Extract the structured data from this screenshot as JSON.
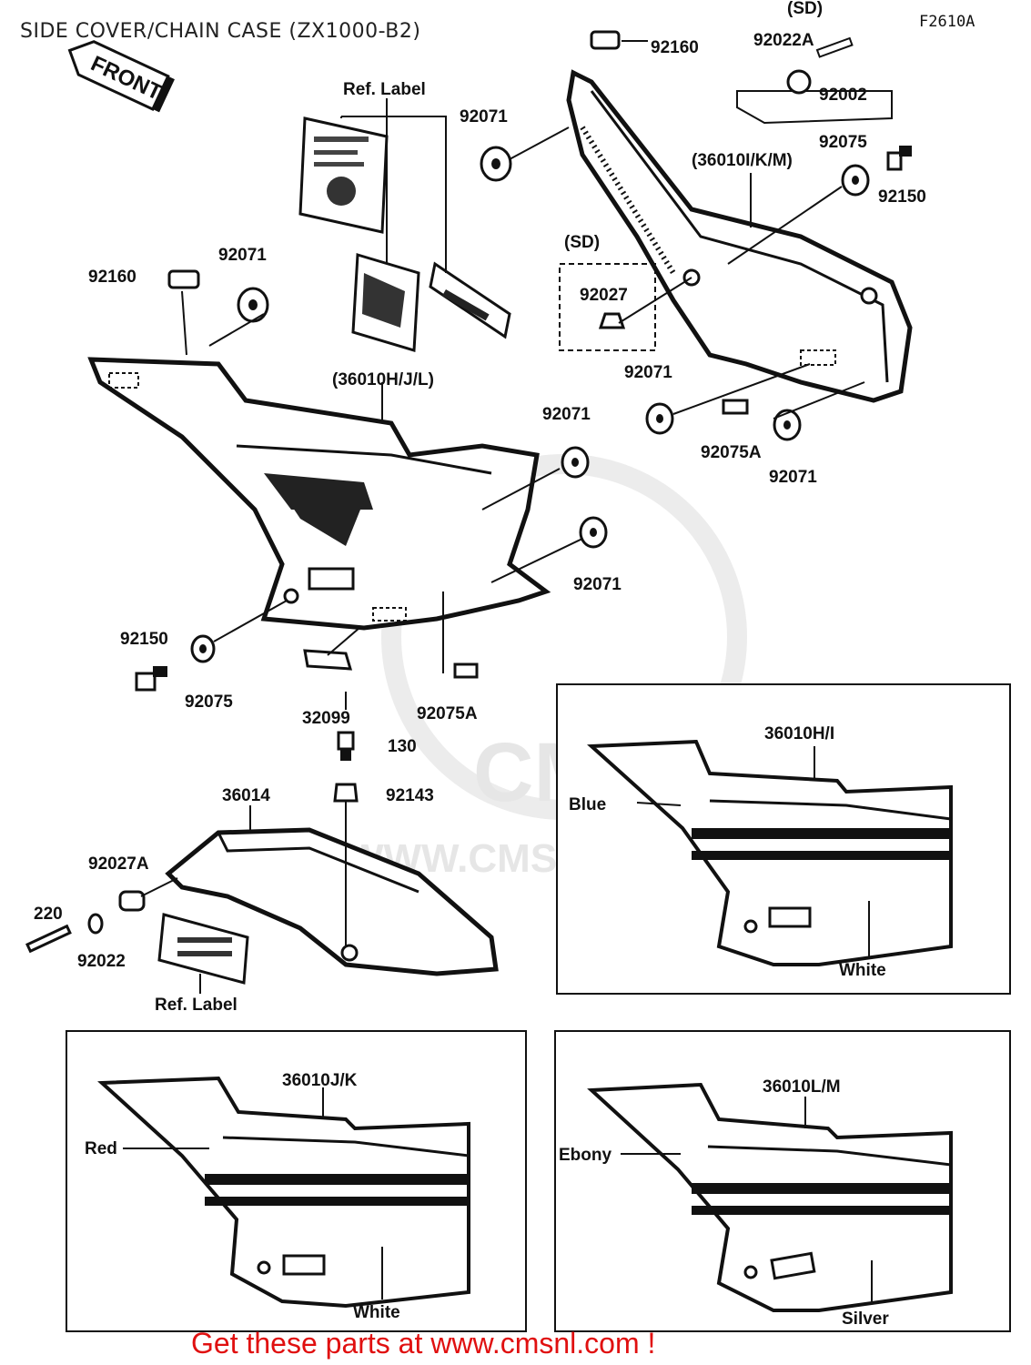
{
  "page": {
    "title": "SIDE COVER/CHAIN CASE (ZX1000-B2)",
    "figure_code": "F2610A",
    "footer": "Get these parts at www.cmsnl.com !",
    "front_tag": "FRONT",
    "watermark_logo": "CMS",
    "watermark_url": "WWW.CMSNL.COM"
  },
  "parts": {
    "p_92160_top": "92160",
    "p_92022A": "92022A",
    "p_92002": "92002",
    "p_sd_top": "(SD)",
    "p_reflabel_top": "Ref. Label",
    "p_92071_a": "92071",
    "p_92075_top": "92075",
    "p_36010IKM": "(36010I/K/M)",
    "p_92150_top": "92150",
    "p_sd_mid": "(SD)",
    "p_92027": "92027",
    "p_92160_left": "92160",
    "p_92071_b": "92071",
    "p_36010HJL": "(36010H/J/L)",
    "p_92071_c": "92071",
    "p_92071_d": "92071",
    "p_92075A_right": "92075A",
    "p_92071_e": "92071",
    "p_92071_f": "92071",
    "p_92150_left": "92150",
    "p_92075_left": "92075",
    "p_32099": "32099",
    "p_92075A_mid": "92075A",
    "p_130": "130",
    "p_92143": "92143",
    "p_36014": "36014",
    "p_92027A": "92027A",
    "p_220": "220",
    "p_92022": "92022",
    "p_reflabel_bottom": "Ref. Label"
  },
  "variants": [
    {
      "part": "36010H/I",
      "top_color": "Blue",
      "bottom_color": "White"
    },
    {
      "part": "36010J/K",
      "top_color": "Red",
      "bottom_color": "White"
    },
    {
      "part": "36010L/M",
      "top_color": "Ebony",
      "bottom_color": "Silver"
    }
  ]
}
